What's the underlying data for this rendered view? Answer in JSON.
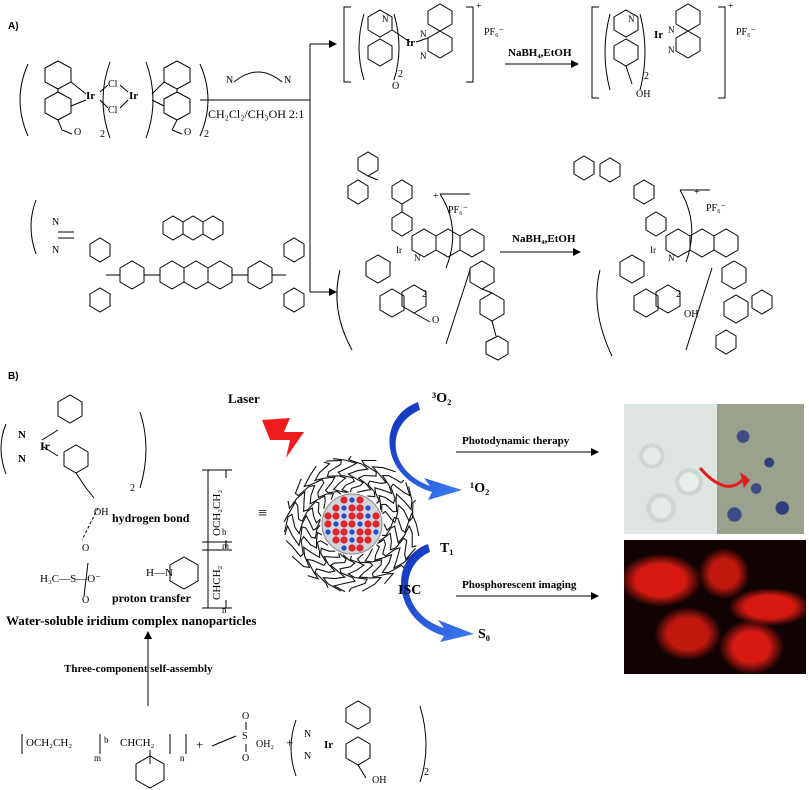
{
  "panelA": {
    "label": "A)",
    "dimer": {
      "ir1": "Ir",
      "ir2": "Ir",
      "cl1": "Cl",
      "cl2": "Cl",
      "sub1": "2",
      "sub2": "2",
      "o1": "O",
      "o2": "O"
    },
    "ligand_n1": "N",
    "ligand_n2": "N",
    "solvent": "CH₂Cl₂/CH₃OH  2:1",
    "equals_n1": "N",
    "equals_n2": "N",
    "complex1": {
      "ir": "Ir",
      "n1": "N",
      "n2": "N",
      "n3": "N",
      "sub": "2",
      "o": "O",
      "charge": "+",
      "anion": "PF₆⁻"
    },
    "reagent1": "NaBH₄,EtOH",
    "product1": {
      "ir": "Ir",
      "n1": "N",
      "n2": "N",
      "n3": "N",
      "sub": "2",
      "oh": "OH",
      "charge": "+",
      "anion": "PF₆⁻"
    },
    "complex2": {
      "ir": "Ir",
      "n": "N",
      "sub": "2",
      "o": "O",
      "charge": "+",
      "anion": "PF₆⁻"
    },
    "reagent2": "NaBH₄,EtOH",
    "product2": {
      "ir": "Ir",
      "n": "N",
      "sub": "2",
      "oh": "OH",
      "charge": "+",
      "anion": "PF₆⁻"
    }
  },
  "panelB": {
    "label": "B)",
    "complex": {
      "n1": "N",
      "n2": "N",
      "ir": "Ir",
      "sub": "2",
      "oh": "OH"
    },
    "hydrogen_bond": "hydrogen bond",
    "acid": "H₃C—S—O⁻",
    "acid_o_top": "O",
    "acid_o_bottom": "O",
    "pyridinium": "H—N",
    "proton_transfer": "proton transfer",
    "polymer_peg": "OCH₂CH₂",
    "polymer_m": "m",
    "polymer_b": "b",
    "polymer_vinyl": "CHCH₂",
    "polymer_n": "n",
    "equiv": "≡",
    "nanoparticle_title": "Water-soluble iridium complex nanoparticles",
    "assembly_label": "Three-component self-assembly",
    "laser": "Laser",
    "o2_triplet": "³O₂",
    "o2_singlet": "¹O₂",
    "t1": "T₁",
    "s0": "S₀",
    "isc": "ISC",
    "pdt": "Photodynamic therapy",
    "imaging": "Phosphorescent imaging",
    "bottom": {
      "peg": "OCH₂CH₂",
      "m": "m",
      "b": "b",
      "vinyl": "CHCH₂",
      "n": "n",
      "plus1": "+",
      "plus2": "+",
      "acid_o1": "O",
      "acid_s": "S",
      "acid_oh": "OH₂",
      "acid_o2": "O",
      "ir_n1": "N",
      "ir_n2": "N",
      "ir": "Ir",
      "sub": "2",
      "oh": "OH"
    }
  },
  "colors": {
    "red_atom": "#e0262a",
    "blue_atom": "#1f4fd0",
    "blue_arrow": "#1446d6",
    "laser": "#ee1c1c",
    "imaging_red": "#d61a12"
  }
}
